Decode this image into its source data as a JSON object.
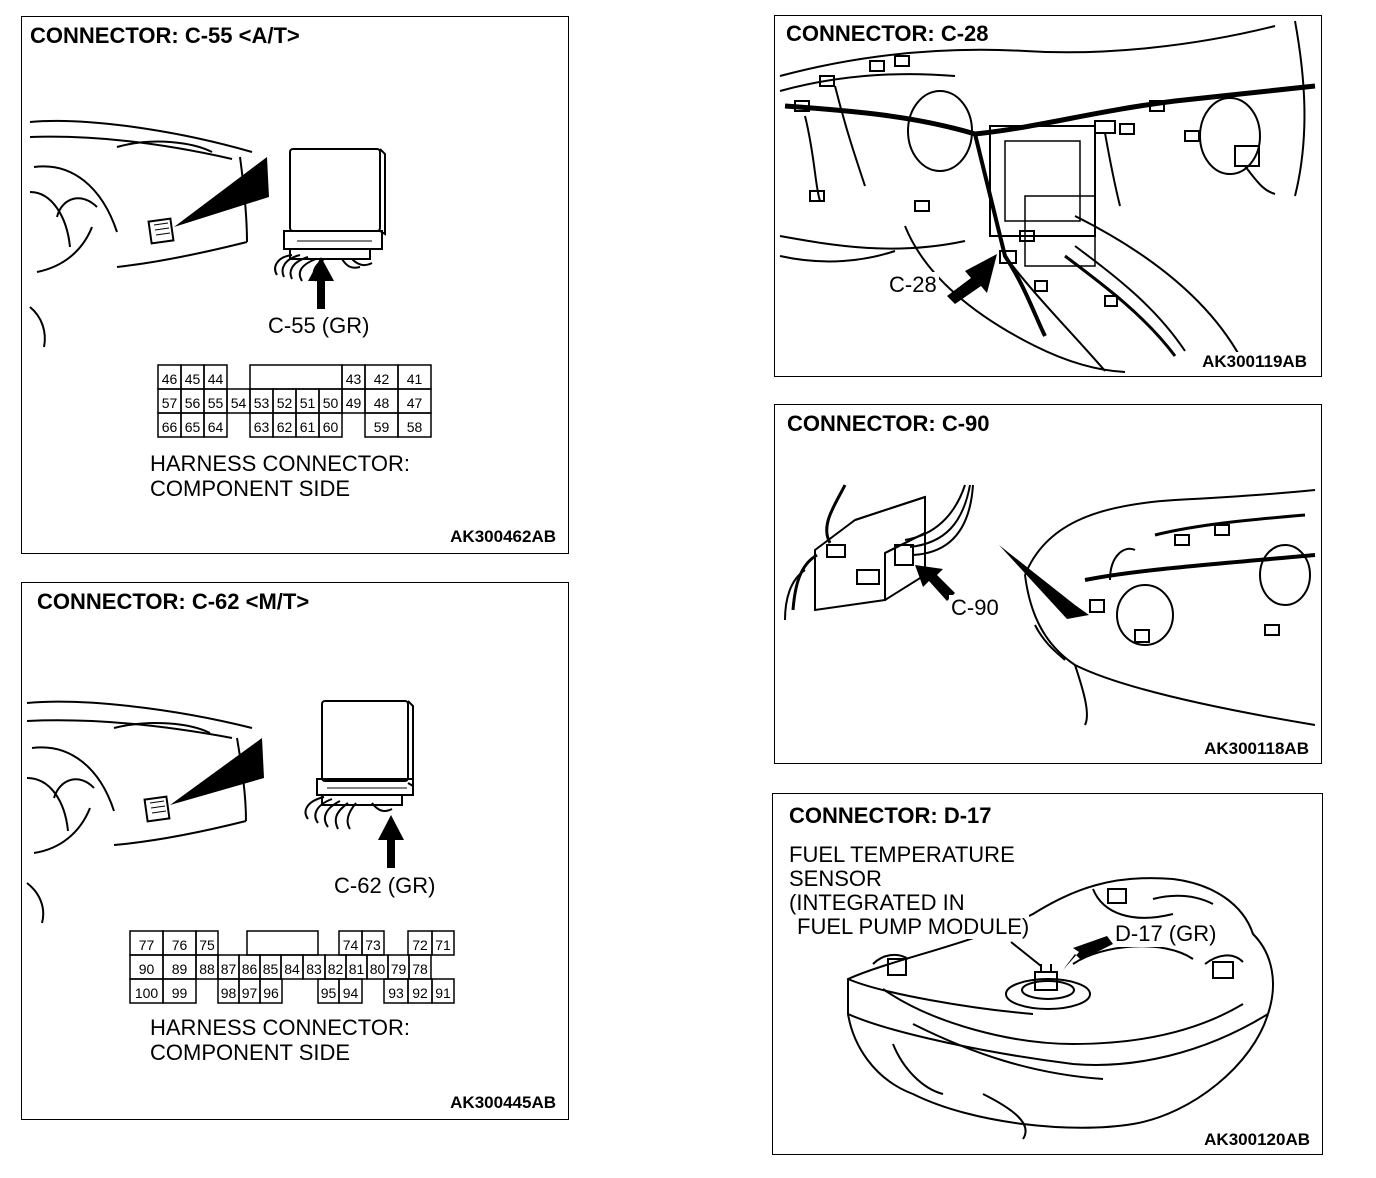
{
  "panels": {
    "c55": {
      "title": "CONNECTOR: C-55 <A/T>",
      "callout": "C-55 (GR)",
      "caption_line1": "HARNESS CONNECTOR:",
      "caption_line2": "COMPONENT SIDE",
      "code": "AK300462AB",
      "pins": {
        "row1": [
          "46",
          "45",
          "44",
          "43",
          "42",
          "41"
        ],
        "row2": [
          "57",
          "56",
          "55",
          "54",
          "53",
          "52",
          "51",
          "50",
          "49",
          "48",
          "47"
        ],
        "row3": [
          "66",
          "65",
          "64",
          "63",
          "62",
          "61",
          "60",
          "59",
          "58"
        ]
      }
    },
    "c62": {
      "title": "CONNECTOR: C-62 <M/T>",
      "callout": "C-62 (GR)",
      "caption_line1": "HARNESS CONNECTOR:",
      "caption_line2": "COMPONENT SIDE",
      "code": "AK300445AB",
      "pins": {
        "row1": [
          "77",
          "76",
          "75",
          "74",
          "73",
          "72",
          "71"
        ],
        "row2": [
          "90",
          "89",
          "88",
          "87",
          "86",
          "85",
          "84",
          "83",
          "82",
          "81",
          "80",
          "79",
          "78"
        ],
        "row3": [
          "100",
          "99",
          "98",
          "97",
          "96",
          "95",
          "94",
          "93",
          "92",
          "91"
        ]
      }
    },
    "c28": {
      "title": "CONNECTOR: C-28",
      "callout": "C-28",
      "code": "AK300119AB"
    },
    "c90": {
      "title": "CONNECTOR: C-90",
      "callout": "C-90",
      "code": "AK300118AB"
    },
    "d17": {
      "title": "CONNECTOR: D-17",
      "desc_line1": "FUEL TEMPERATURE",
      "desc_line2": "SENSOR",
      "desc_line3": "(INTEGRATED IN",
      "desc_line4": "FUEL PUMP MODULE)",
      "callout": "D-17 (GR)",
      "code": "AK300120AB"
    }
  }
}
